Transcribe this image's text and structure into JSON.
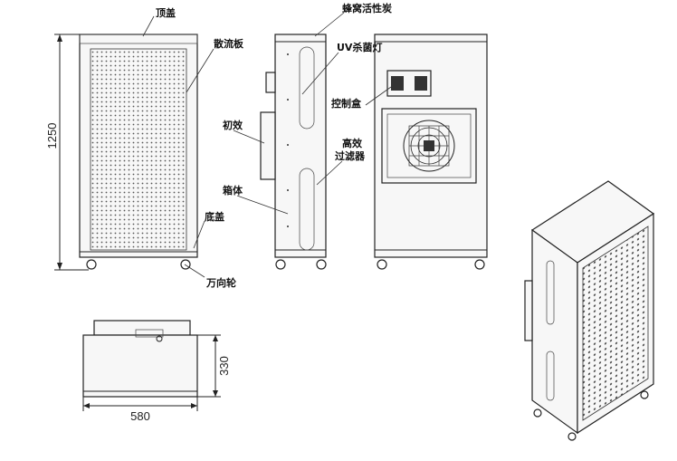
{
  "labels": {
    "top_cover": "顶盖",
    "diffuser_plate": "散流板",
    "pre_filter": "初效",
    "base_cover": "底盖",
    "casters": "万向轮",
    "honeycomb_carbon": "蜂窝活性炭",
    "uv_lamp": "UV杀菌灯",
    "cabinet": "箱体",
    "control_box": "控制盒",
    "hepa_line1": "高效",
    "hepa_line2": "过滤器"
  },
  "dimensions": {
    "height": "1250",
    "depth": "330",
    "width": "580"
  }
}
